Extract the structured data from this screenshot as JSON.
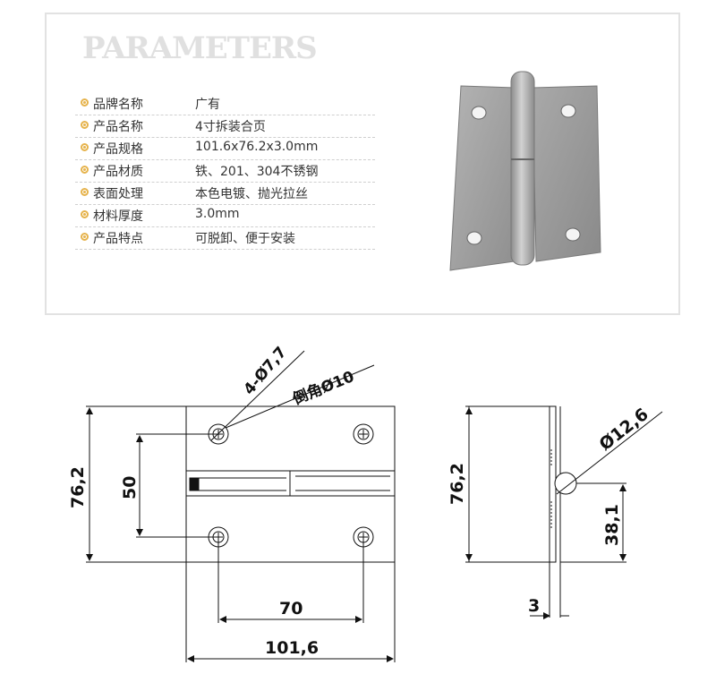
{
  "header": {
    "title": "PARAMETERS"
  },
  "params": [
    {
      "label": "品牌名称",
      "value": "广有"
    },
    {
      "label": "产品名称",
      "value": "4寸拆装合页"
    },
    {
      "label": "产品规格",
      "value": "101.6x76.2x3.0mm"
    },
    {
      "label": "产品材质",
      "value": "铁、201、304不锈钢"
    },
    {
      "label": "表面处理",
      "value": "本色电镀、抛光拉丝"
    },
    {
      "label": "材料厚度",
      "value": "3.0mm"
    },
    {
      "label": "产品特点",
      "value": "可脱卸、便于安装"
    }
  ],
  "drawing": {
    "hole_callout": "4-Ø7,7",
    "chamfer_callout": "倒角Ø10",
    "height_front": "76,2",
    "hole_spacing_vertical": "50",
    "hole_spacing_horizontal": "70",
    "width": "101,6",
    "height_side": "76,2",
    "knuckle_diameter": "Ø12,6",
    "knuckle_position": "38,1",
    "thickness": "3"
  },
  "colors": {
    "accent": "#e6b34c",
    "metal": "#9a9a9a",
    "line": "#111111"
  }
}
